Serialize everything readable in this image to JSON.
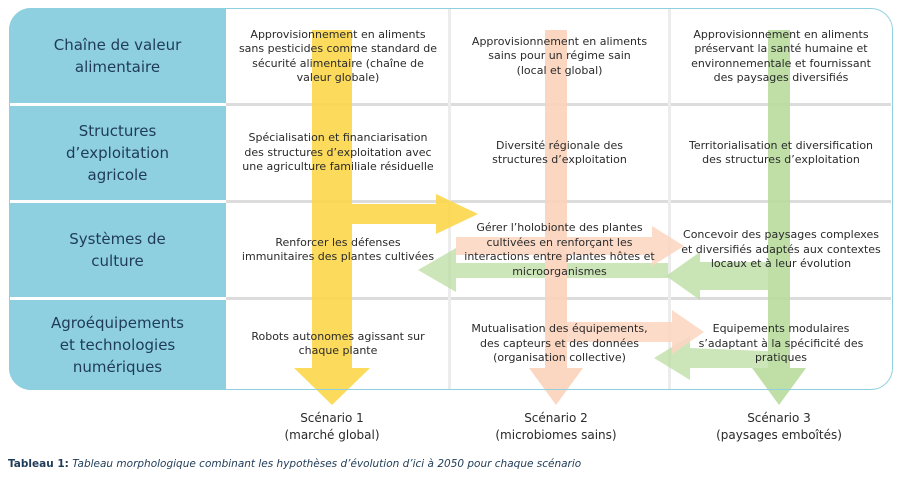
{
  "rows": [
    {
      "label": "Chaîne de valeur\nalimentaire"
    },
    {
      "label": "Structures\nd’exploitation\nagricole"
    },
    {
      "label": "Systèmes de\nculture"
    },
    {
      "label": "Agroéquipements\net technologies\nnumériques"
    }
  ],
  "cells": [
    [
      "Approvisionnement en aliments\nsans pesticides comme standard de\nsécurité alimentaire (chaîne de\nvaleur globale)",
      "Approvisionnement en aliments\nsains pour un régime sain\n(local et global)",
      "Approvisionnement en aliments\npréservant la santé humaine et\nenvironnementale et fournissant\ndes paysages diversifiés"
    ],
    [
      "Spécialisation et financiarisation\ndes structures d’exploitation avec\nune agriculture familiale résiduelle",
      "Diversité régionale des\nstructures d’exploitation",
      "Territorialisation et diversification\ndes structures d’exploitation"
    ],
    [
      "Renforcer les défenses\nimmunitaires des plantes cultivées",
      "Gérer l’holobionte des plantes\ncultivées en renforçant les\ninteractions entre plantes hôtes et\nmicroorganismes",
      "Concevoir des paysages complexes\net diversifiés adaptés aux contextes\nlocaux et à leur évolution"
    ],
    [
      "Robots autonomes agissant sur\nchaque plante",
      "Mutualisation des équipements,\ndes capteurs et des données\n(organisation collective)",
      "Equipements modulaires\ns’adaptant à la spécificité des\npratiques"
    ]
  ],
  "scenarios": [
    {
      "label": "Scénario 1\n(marché global)"
    },
    {
      "label": "Scénario 2\n(microbiomes sains)"
    },
    {
      "label": "Scénario 3\n(paysages emboîtés)"
    }
  ],
  "caption": {
    "label": "Tableau 1:",
    "text": " Tableau morphologique combinant les hypothèses d’évolution d’ici à 2050 pour chaque scénario"
  },
  "colors": {
    "header_bg": "#8ed0e0",
    "header_text": "#1f3b57",
    "scenario1_arrow": "#fbd64a",
    "scenario2_arrow": "#fbd3bc",
    "scenario3_arrow": "#b8dc9e"
  }
}
